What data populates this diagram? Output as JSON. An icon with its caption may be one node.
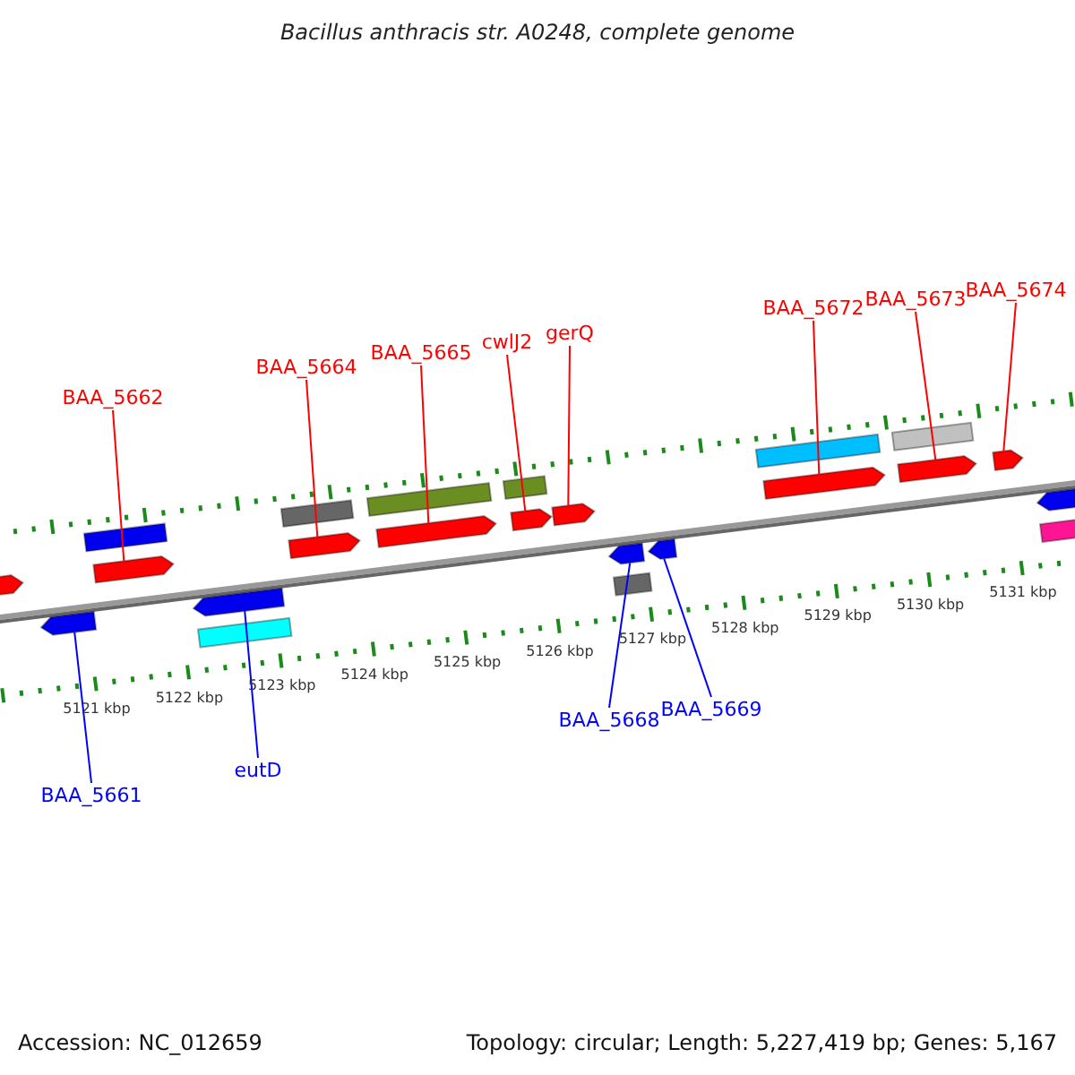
{
  "diagram": {
    "title": "Bacillus anthracis str. A0248, complete genome",
    "nodes": [
      {
        "text": [
          "BAA_5662"
        ]
      },
      {
        "text": [
          "BAA_5664"
        ]
      },
      {
        "text": [
          "BAA_5665"
        ]
      },
      {
        "text": [
          "cwlJ2"
        ]
      },
      {
        "text": [
          "gerQ"
        ]
      },
      {
        "text": [
          "BAA_5672"
        ]
      },
      {
        "text": [
          "BAA_5673"
        ]
      },
      {
        "text": [
          "BAA_5674"
        ]
      },
      {
        "text": [
          "BAA_5661"
        ]
      },
      {
        "text": [
          "eutD"
        ]
      },
      {
        "text": [
          "BAA_5668"
        ]
      },
      {
        "text": [
          "BAA_5669"
        ]
      },
      {
        "text": [],
        "shape": "arrow"
      },
      {
        "text": [],
        "shape": "arrow"
      },
      {
        "text": [],
        "shape": "box"
      },
      {
        "text": [],
        "shape": "arrow"
      },
      {
        "text": [],
        "shape": "arrow"
      },
      {
        "text": [],
        "shape": "box"
      },
      {
        "text": [],
        "shape": "box"
      },
      {
        "text": [],
        "shape": "arrow"
      },
      {
        "text": [],
        "shape": "box"
      },
      {
        "text": [],
        "shape": "arrow"
      },
      {
        "text": [],
        "shape": "box"
      },
      {
        "text": [],
        "shape": "arrow"
      },
      {
        "text": [],
        "shape": "arrow"
      },
      {
        "text": [],
        "shape": "arrow"
      },
      {
        "text": [],
        "shape": "box"
      },
      {
        "text": [],
        "shape": "arrow"
      },
      {
        "text": [],
        "shape": "box"
      },
      {
        "text": [],
        "shape": "arrow"
      },
      {
        "text": [],
        "shape": "box"
      },
      {
        "text": [],
        "shape": "arrow"
      },
      {
        "text": [],
        "shape": "arrow"
      },
      {
        "text": [],
        "shape": "arrow"
      },
      {
        "text": [],
        "shape": "box"
      }
    ],
    "edges": [
      {
        "from": 0,
        "to": 15,
        "arrow": "none"
      },
      {
        "from": 1,
        "to": 19,
        "arrow": "none"
      },
      {
        "from": 2,
        "to": 21,
        "arrow": "none"
      },
      {
        "from": 3,
        "to": 23,
        "arrow": "none"
      },
      {
        "from": 4,
        "to": 24,
        "arrow": "none"
      },
      {
        "from": 5,
        "to": 29,
        "arrow": "none"
      },
      {
        "from": 6,
        "to": 31,
        "arrow": "none"
      },
      {
        "from": 7,
        "to": 32,
        "arrow": "none"
      },
      {
        "from": 8,
        "to": 13,
        "arrow": "none",
        "color": "#0000ff"
      },
      {
        "from": 9,
        "to": 16,
        "arrow": "none",
        "color": "#0000ff"
      },
      {
        "from": 10,
        "to": 25,
        "arrow": "none",
        "color": "#0000ff"
      },
      {
        "from": 11,
        "to": 27,
        "arrow": "none",
        "color": "#0000ff"
      }
    ],
    "labels": [
      "5121 kbp",
      "5122 kbp",
      "5123 kbp",
      "5124 kbp",
      "5125 kbp",
      "5126 kbp",
      "5127 kbp",
      "5128 kbp",
      "5129 kbp",
      "5130 kbp",
      "5131 kbp",
      "Accession: NC_012659",
      "Topology: circular; Length: 5,227,419 bp; Genes: 5,167"
    ]
  }
}
